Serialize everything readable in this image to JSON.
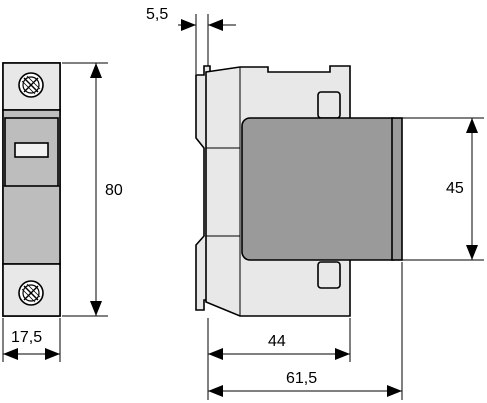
{
  "dimensions": {
    "height_total": "80",
    "width_front": "17,5",
    "top_offset": "5,5",
    "depth_body": "44",
    "depth_total": "61,5",
    "window_height": "45"
  },
  "colors": {
    "line": "#000000",
    "body_light": "#e8e8e8",
    "body_mid": "#bdbdbd",
    "window_dark": "#9a9a9a"
  }
}
